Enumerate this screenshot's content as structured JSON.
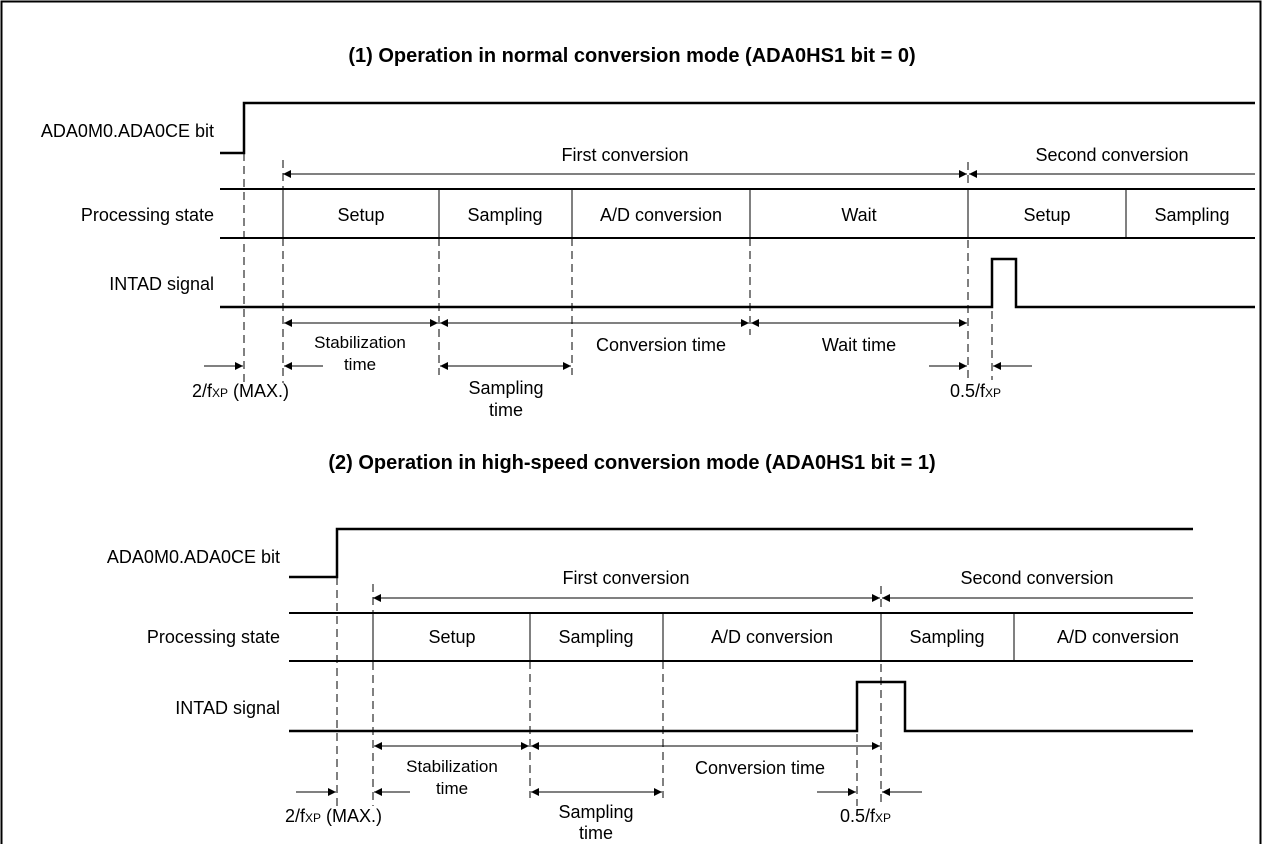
{
  "section1": {
    "title": "(1)  Operation in normal conversion mode (ADA0HS1 bit = 0)",
    "row_ce": "ADA0M0.ADA0CE bit",
    "row_proc": "Processing state",
    "row_int": "INTAD signal",
    "first_conversion": "First conversion",
    "second_conversion": "Second conversion",
    "states": [
      "Setup",
      "Sampling",
      "A/D conversion",
      "Wait",
      "Setup",
      "Sampling"
    ],
    "stab_line1": "Stabilization",
    "stab_line2": "time",
    "conversion_time": "Conversion time",
    "wait_time": "Wait time",
    "sampling_line1": "Sampling",
    "sampling_line2": "time",
    "delay_left": {
      "prefix": "2/f",
      "sub": "XP",
      "suffix": " (MAX.)"
    },
    "delay_right": {
      "prefix": "0.5/f",
      "sub": "XP"
    }
  },
  "section2": {
    "title": "(2)  Operation in high-speed conversion mode (ADA0HS1 bit = 1)",
    "row_ce": "ADA0M0.ADA0CE bit",
    "row_proc": "Processing state",
    "row_int": "INTAD signal",
    "first_conversion": "First conversion",
    "second_conversion": "Second conversion",
    "states": [
      "Setup",
      "Sampling",
      "A/D conversion",
      "Sampling",
      "A/D conversion"
    ],
    "stab_line1": "Stabilization",
    "stab_line2": "time",
    "conversion_time": "Conversion time",
    "sampling_line1": "Sampling",
    "sampling_line2": "time",
    "delay_left": {
      "prefix": "2/f",
      "sub": "XP",
      "suffix": " (MAX.)"
    },
    "delay_right": {
      "prefix": "0.5/f",
      "sub": "XP"
    }
  }
}
